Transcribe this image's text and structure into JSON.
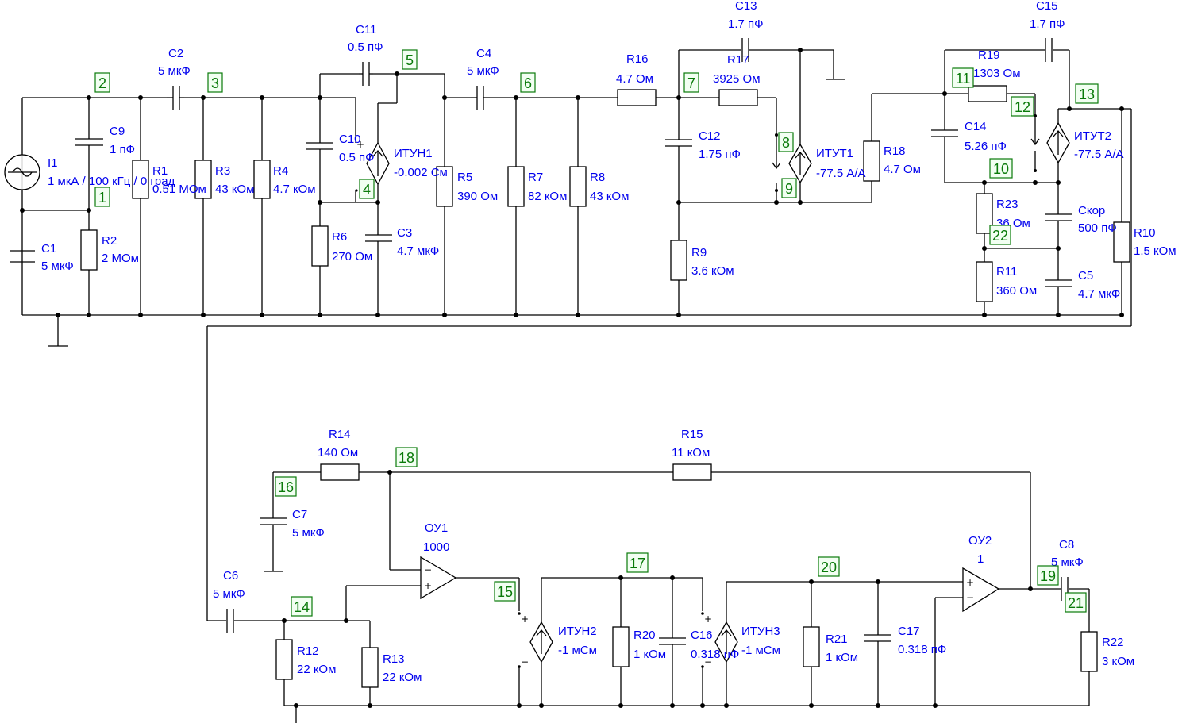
{
  "components": {
    "I1": {
      "name": "I1",
      "value": "1 мкА / 100 кГц / 0 град"
    },
    "C1": {
      "name": "C1",
      "value": "5 мкФ"
    },
    "C9": {
      "name": "C9",
      "value": "1 пФ"
    },
    "R2": {
      "name": "R2",
      "value": "2 МОм"
    },
    "R1": {
      "name": "R1",
      "value": "0.51 МОм"
    },
    "C2": {
      "name": "C2",
      "value": "5 мкФ"
    },
    "R3": {
      "name": "R3",
      "value": "43 кОм"
    },
    "R4": {
      "name": "R4",
      "value": "4.7 кОм"
    },
    "C10": {
      "name": "C10",
      "value": "0.5 пФ"
    },
    "C11": {
      "name": "C11",
      "value": "0.5 пФ"
    },
    "R6": {
      "name": "R6",
      "value": "270 Ом"
    },
    "ITUN1": {
      "name": "ИТУН1",
      "value": "-0.002 См"
    },
    "C3": {
      "name": "C3",
      "value": "4.7 мкФ"
    },
    "R5": {
      "name": "R5",
      "value": "390 Ом"
    },
    "C4": {
      "name": "C4",
      "value": "5 мкФ"
    },
    "R7": {
      "name": "R7",
      "value": "82 кОм"
    },
    "R8": {
      "name": "R8",
      "value": "43 кОм"
    },
    "R16": {
      "name": "R16",
      "value": "4.7 Ом"
    },
    "C12": {
      "name": "C12",
      "value": "1.75 пФ"
    },
    "R9": {
      "name": "R9",
      "value": "3.6 кОм"
    },
    "R17": {
      "name": "R17",
      "value": "3925 Ом"
    },
    "C13": {
      "name": "C13",
      "value": "1.7 пФ"
    },
    "ITUT1": {
      "name": "ИТУТ1",
      "value": "-77.5 А/А"
    },
    "R18": {
      "name": "R18",
      "value": "4.7 Ом"
    },
    "R19": {
      "name": "R19",
      "value": "1303 Ом"
    },
    "C15": {
      "name": "C15",
      "value": "1.7 пФ"
    },
    "C14": {
      "name": "C14",
      "value": "5.26 пФ"
    },
    "ITUT2": {
      "name": "ИТУТ2",
      "value": "-77.5 А/А"
    },
    "R23": {
      "name": "R23",
      "value": "36 Ом"
    },
    "Ckor": {
      "name": "Скор",
      "value": "500 пФ"
    },
    "R11": {
      "name": "R11",
      "value": "360 Ом"
    },
    "C5": {
      "name": "C5",
      "value": "4.7 мкФ"
    },
    "R10": {
      "name": "R10",
      "value": "1.5 кОм"
    },
    "R14": {
      "name": "R14",
      "value": "140 Ом"
    },
    "R15": {
      "name": "R15",
      "value": "11 кОм"
    },
    "C7": {
      "name": "C7",
      "value": "5 мкФ"
    },
    "OU1": {
      "name": "ОУ1",
      "value": "1000"
    },
    "C6": {
      "name": "C6",
      "value": "5 мкФ"
    },
    "R12": {
      "name": "R12",
      "value": "22 кОм"
    },
    "R13": {
      "name": "R13",
      "value": "22 кОм"
    },
    "ITUN2": {
      "name": "ИТУН2",
      "value": "-1 мСм"
    },
    "R20": {
      "name": "R20",
      "value": "1 кОм"
    },
    "C16": {
      "name": "C16",
      "value": "0.318 пФ"
    },
    "ITUN3": {
      "name": "ИТУН3",
      "value": "-1 мСм"
    },
    "R21": {
      "name": "R21",
      "value": "1 кОм"
    },
    "C17": {
      "name": "C17",
      "value": "0.318 пФ"
    },
    "OU2": {
      "name": "ОУ2",
      "value": "1"
    },
    "C8": {
      "name": "C8",
      "value": "5 мкФ"
    },
    "R22": {
      "name": "R22",
      "value": "3 кОм"
    }
  },
  "nodes": [
    "1",
    "2",
    "3",
    "4",
    "5",
    "6",
    "7",
    "8",
    "9",
    "10",
    "11",
    "12",
    "13",
    "14",
    "15",
    "16",
    "17",
    "18",
    "19",
    "20",
    "21",
    "22"
  ],
  "colors": {
    "label": "#0000ee",
    "node": "#0a7a0a",
    "wire": "#000000"
  }
}
